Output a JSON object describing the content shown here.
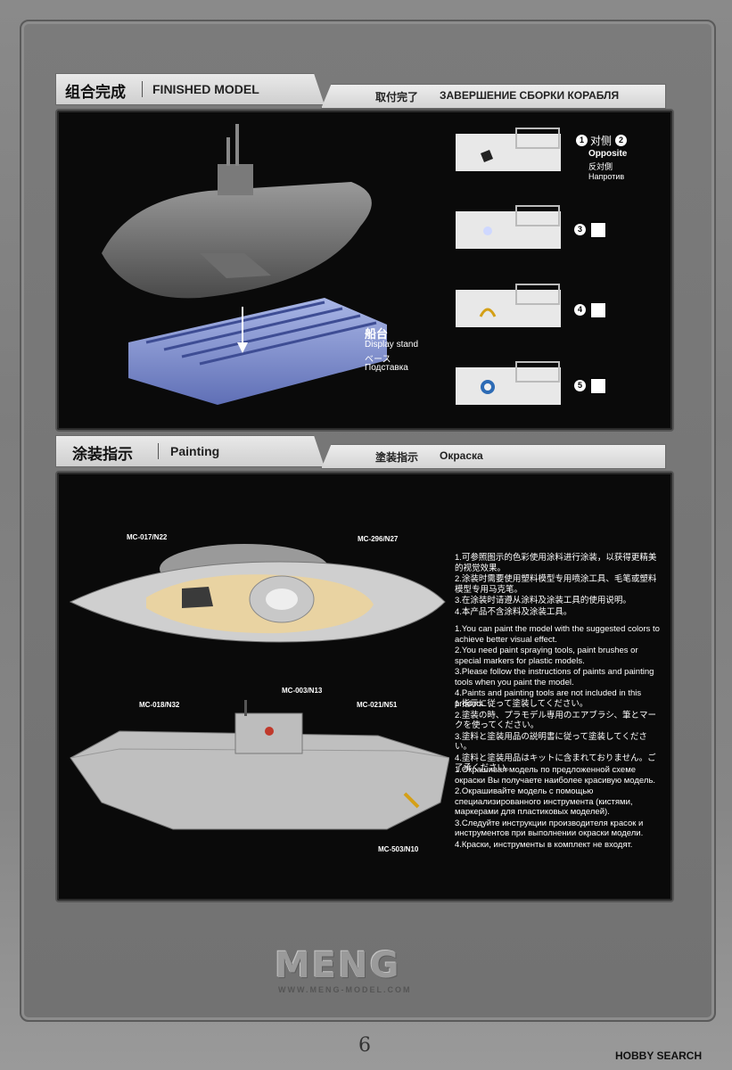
{
  "section1": {
    "title_zh": "组合完成",
    "title_en": "FINISHED MODEL",
    "title_ja": "取付完了",
    "title_ru": "ЗАВЕРШЕНИЕ СБОРКИ КОРАБЛЯ",
    "stand_zh": "船台",
    "stand_en": "Display stand",
    "stand_ja": "ベース",
    "stand_ru": "Подставка",
    "option1": {
      "n1": "1",
      "zh": "对侧",
      "n2": "2",
      "en": "Opposite",
      "ja": "反対側",
      "ru": "Напротив"
    },
    "option3": "3",
    "option4": "4",
    "option5": "5"
  },
  "section2": {
    "title_zh": "涂装指示",
    "title_en": "Painting",
    "title_ja": "塗装指示",
    "title_ru": "Окраска",
    "callouts": {
      "top_left": "MC-017/N22",
      "top_right": "MC-296/N27",
      "side_left": "MC-018/N32",
      "side_mid": "MC-003/N13",
      "side_right": "MC-021/N51",
      "bottom": "MC-503/N10"
    },
    "instructions_zh": [
      "1.可参照图示的色彩使用涂料进行涂装，以获得更精美的视觉效果。",
      "2.涂装时需要使用塑料模型专用喷涂工具、毛笔或塑料模型专用马克笔。",
      "3.在涂装时请遵从涂料及涂装工具的使用说明。",
      "4.本产品不含涂料及涂装工具。"
    ],
    "instructions_en": [
      "1.You can paint the model with the suggested colors to achieve better visual effect.",
      "2.You need paint spraying tools, paint brushes or special markers for plastic models.",
      "3.Please follow the instructions of paints and painting tools when you paint the model.",
      "4.Paints and painting tools are not included in this product."
    ],
    "instructions_ja": [
      "1.指示に従って塗装してください。",
      "2.塗装の時、プラモデル専用のエアブラシ、筆とマークを使ってください。",
      "3.塗料と塗装用品の説明書に従って塗装してください。",
      "4.塗料と塗装用品はキットに含まれておりません。ご了承ください。"
    ],
    "instructions_ru": [
      "1.Окрашивая модель по предложенной схеме окраски Вы получаете наиболее красивую модель.",
      "2.Окрашивайте модель с помощью специализированного инструмента (кистями, маркерами для пластиковых моделей).",
      "3.Следуйте инструкции производителя красок и инструментов при выполнении окраски модели.",
      "4.Краски, инструменты в комплект не входят."
    ]
  },
  "footer": {
    "logo": "MENG",
    "site": "WWW.MENG-MODEL.COM",
    "page": "6",
    "watermark": "HOBBY SEARCH"
  }
}
